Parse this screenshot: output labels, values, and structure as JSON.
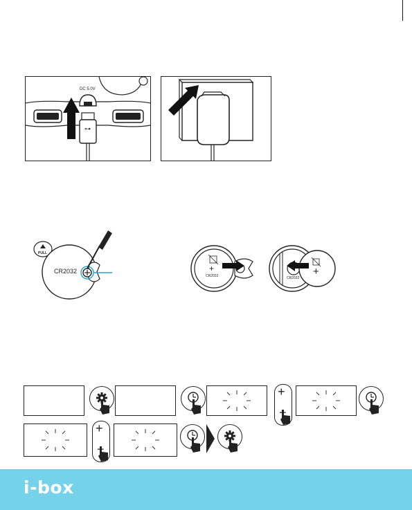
{
  "power": {
    "dc_label": "DC 5.0V",
    "usb_symbol": "⊶"
  },
  "battery": {
    "pull_label": "PULL",
    "battery_type": "CR2032",
    "battery_type_small_1": "CR2032",
    "battery_type_small_2": "CR2032",
    "plus_sign": "+",
    "minus_sign": "−"
  },
  "steps": {
    "plus_sign": "+",
    "minus_sign": "−"
  },
  "footer": {
    "brand": "i-box",
    "brand_color": "#74d3ea"
  }
}
